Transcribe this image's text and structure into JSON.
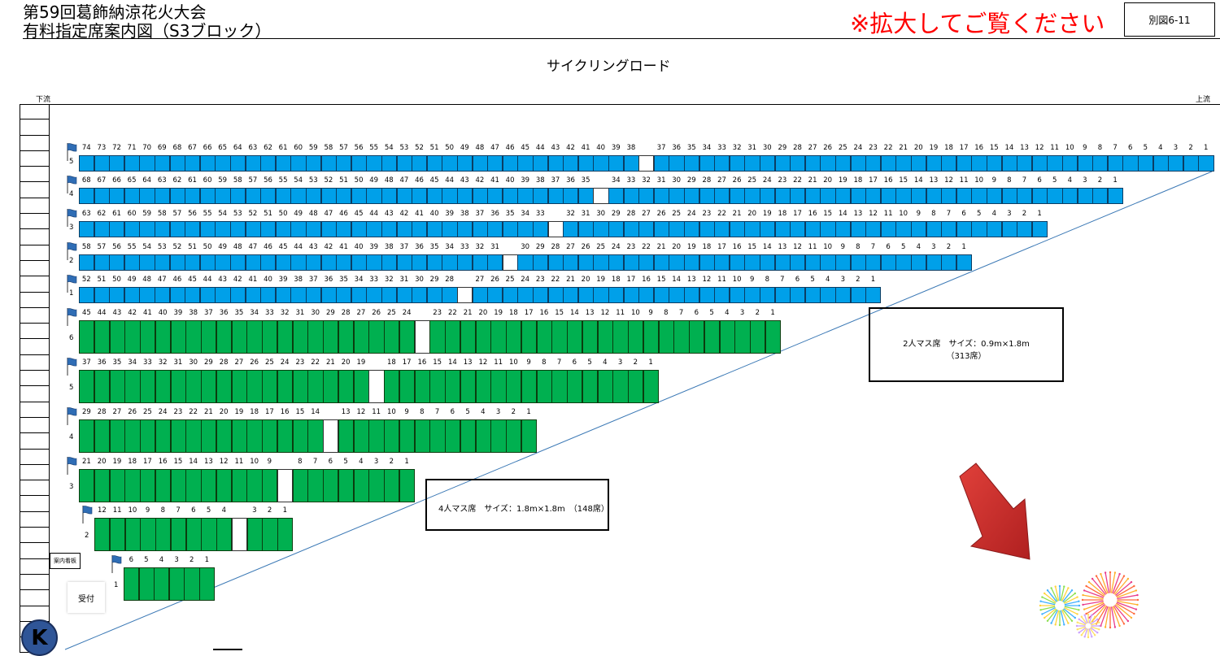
{
  "header": {
    "title_line1": "第59回葛飾納涼花火大会",
    "title_line2": "有料指定席案内図（S3ブロック）",
    "notice": "※拡大してご覧ください",
    "figure_id": "別図6-11"
  },
  "labels": {
    "road": "サイクリングロード",
    "downstream": "下流",
    "upstream": "上流",
    "sign": "案内看板",
    "reception": "受付",
    "k_marker": "K"
  },
  "info_2person": {
    "line1": "2人マス席　サイズ：0.9m×1.8m",
    "line2": "（313席）"
  },
  "info_4person": {
    "line1": "4人マス席　サイズ：1.8m×1.8m　（148席）"
  },
  "colors": {
    "two_person_seat": "#00a0e9",
    "four_person_seat": "#00b050",
    "notice": "#ff0000"
  },
  "seat_rows": [
    {
      "type": "2person",
      "row_label": "5",
      "seats": 74,
      "gap_after": 38
    },
    {
      "type": "2person",
      "row_label": "4",
      "seats": 68,
      "gap_after": 35
    },
    {
      "type": "2person",
      "row_label": "3",
      "seats": 63,
      "gap_after": 33
    },
    {
      "type": "2person",
      "row_label": "2",
      "seats": 58,
      "gap_after": 31
    },
    {
      "type": "2person",
      "row_label": "1",
      "seats": 52,
      "gap_after": 28
    },
    {
      "type": "4person",
      "row_label": "6",
      "seats": 45,
      "gap_after": 24
    },
    {
      "type": "4person",
      "row_label": "5",
      "seats": 37,
      "gap_after": 19
    },
    {
      "type": "4person",
      "row_label": "4",
      "seats": 29,
      "gap_after": 14
    },
    {
      "type": "4person",
      "row_label": "3",
      "seats": 21,
      "gap_after": 9
    },
    {
      "type": "4person",
      "row_label": "2",
      "seats": 12,
      "gap_after": 4
    },
    {
      "type": "4person",
      "row_label": "1",
      "seats": 6,
      "gap_after": null
    }
  ]
}
